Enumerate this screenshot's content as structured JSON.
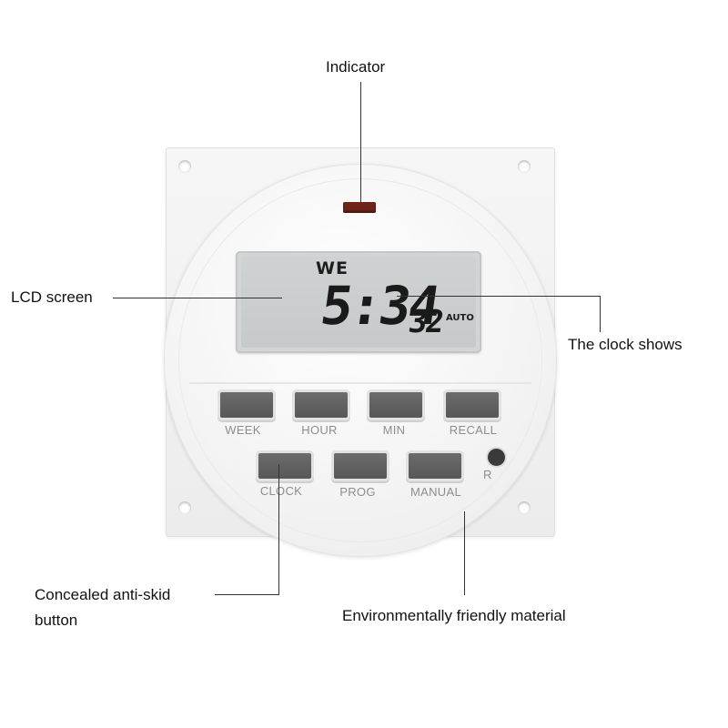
{
  "device": {
    "lcd": {
      "day": "WE",
      "time": "5:34",
      "seconds": "32",
      "mode": "AUTO"
    },
    "buttons_row1": [
      "WEEK",
      "HOUR",
      "MIN",
      "RECALL"
    ],
    "buttons_row2": [
      "CLOCK",
      "PROG",
      "MANUAL"
    ],
    "reset_label": "R"
  },
  "callouts": {
    "indicator": "Indicator",
    "lcd_screen": "LCD screen",
    "clock_shows": "The clock shows",
    "anti_skid_line1": "Concealed anti-skid",
    "anti_skid_line2": "button",
    "material": "Environmentally friendly material"
  },
  "colors": {
    "indicator_led": "#6e2418",
    "button": "#5f5f5f",
    "lcd_background": "#cacdcd",
    "body": "#f2f2f2"
  }
}
